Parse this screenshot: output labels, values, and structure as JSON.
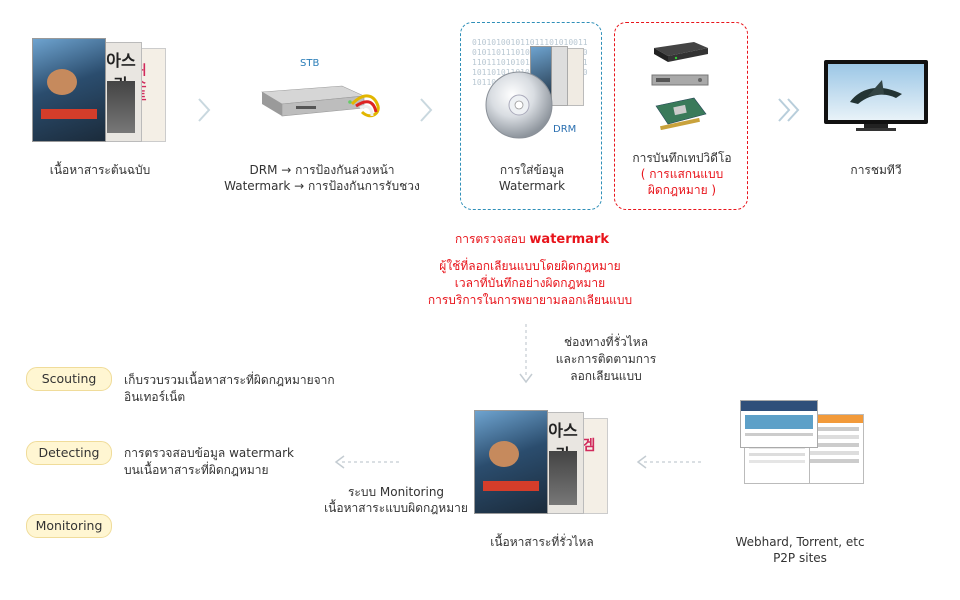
{
  "top": {
    "original": {
      "label": "เนื้อหาสาระต้นฉบับ"
    },
    "stb": {
      "tag": "STB",
      "line1": "DRM → การป้องกันล่วงหน้า",
      "line2": "Watermark → การป้องกันการรับชวง"
    },
    "watermark_insert": {
      "drm_tag": "DRM",
      "line1": "การใส่ข้อมูล",
      "line2": "Watermark"
    },
    "recording": {
      "line1": "การบันทึกเทปวิดีโอ",
      "line2": "( การแสกนแบบ",
      "line3": "ผิดกฎหมาย )"
    },
    "viewing": {
      "label": "การชมทีวี"
    }
  },
  "check": {
    "title_prefix": "การตรวจสอบ ",
    "title_word": "watermark",
    "line1": "ผู้ใช้ที่ลอกเลียนแบบโดยผิดกฎหมาย",
    "line2": "เวลาที่บันทึกอย่างผิดกฎหมาย",
    "line3": "การบริการในการพยายามลอกเลียนแบบ"
  },
  "leak_path": {
    "line1": "ช่องทางที่รั่วไหล",
    "line2": "และการติดตามการ",
    "line3": "ลอกเลียนแบบ"
  },
  "bottom": {
    "leaked_content": {
      "label": "เนื้อหาสาระที่รั่วไหล"
    },
    "sites": {
      "line1": "Webhard, Torrent, etc",
      "line2": "P2P sites"
    },
    "monitoring_system": {
      "line1": "ระบบ Monitoring",
      "line2": "เนื้อหาสาระแบบผิดกฎหมาย"
    }
  },
  "steps": [
    {
      "pill": "Scouting",
      "desc1": "เก็บรวบรวมเนื้อหาสาระที่ผิดกฎหมายจาก",
      "desc2": "อินเทอร์เน็ต"
    },
    {
      "pill": "Detecting",
      "desc1": "การตรวจสอบข้อมูล watermark",
      "desc2": "บนเนื้อหาสาระที่ผิดกฎหมาย"
    },
    {
      "pill": "Monitoring",
      "desc1": "",
      "desc2": ""
    }
  ],
  "poster_text": {
    "title_a": "아스라",
    "title_b": "퀴스트",
    "title_c": "겜"
  },
  "binary_text": "0101010010110111010100110101101110100101010110101101110101011010101010011011010110101011010010101011011010"
}
